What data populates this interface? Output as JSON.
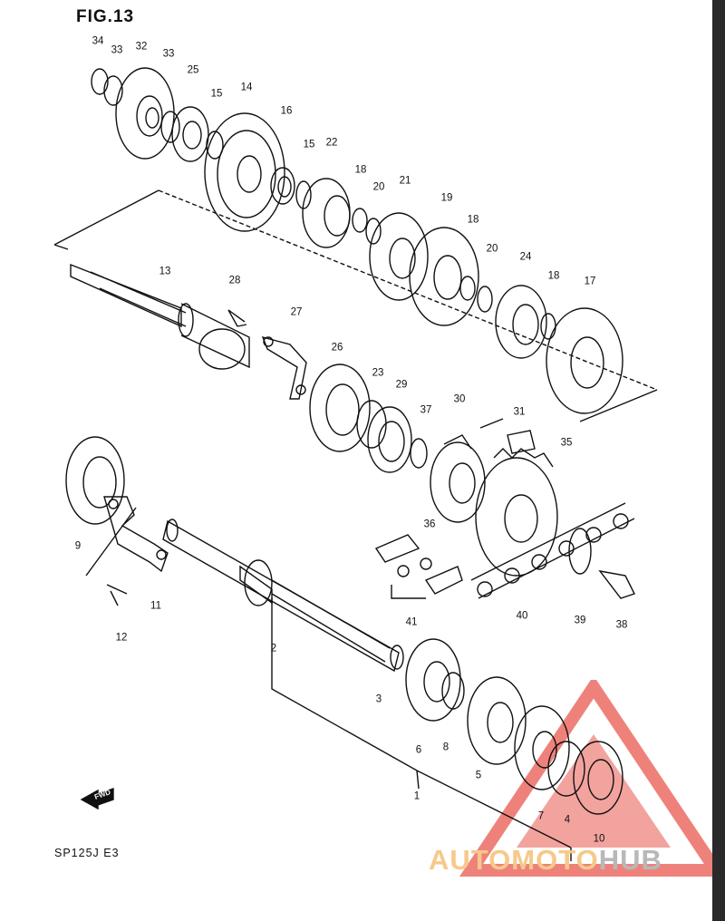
{
  "figure": {
    "title": "FIG.13",
    "model_code": "SP125J  E3",
    "fwd_label": "FWD"
  },
  "callouts": {
    "c34": "34",
    "c33a": "33",
    "c32": "32",
    "c33b": "33",
    "c25": "25",
    "c15a": "15",
    "c14": "14",
    "c16": "16",
    "c15b": "15",
    "c22": "22",
    "c18a": "18",
    "c20a": "20",
    "c21": "21",
    "c19": "19",
    "c18b": "18",
    "c20b": "20",
    "c24": "24",
    "c18c": "18",
    "c17": "17",
    "c13": "13",
    "c28": "28",
    "c27": "27",
    "c26": "26",
    "c23": "23",
    "c29": "29",
    "c37": "37",
    "c30": "30",
    "c31": "31",
    "c35": "35",
    "c36": "36",
    "c9": "9",
    "c11": "11",
    "c12": "12",
    "c2": "2",
    "c41": "41",
    "c40": "40",
    "c39": "39",
    "c38": "38",
    "c3": "3",
    "c6": "6",
    "c8": "8",
    "c5": "5",
    "c1": "1",
    "c7": "7",
    "c4": "4",
    "c10": "10"
  },
  "watermark": {
    "text_part1": "AUTO",
    "text_part2": "MOTO",
    "text_part3": "HUB",
    "colors": {
      "triangle": "#e8584f",
      "accent": "#f6c98a",
      "grey": "#b8b8b8"
    }
  }
}
